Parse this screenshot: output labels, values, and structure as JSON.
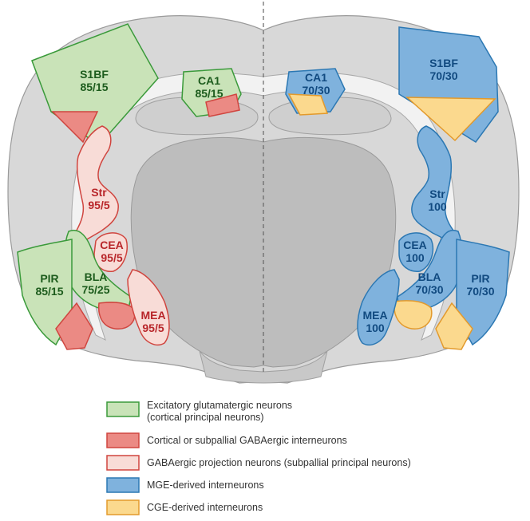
{
  "colors": {
    "excitatory_fill": "#c9e3b8",
    "excitatory_stroke": "#3a9a3a",
    "excitatory_text": "#1d5c1d",
    "cortical_gaba_fill": "#eb8a84",
    "cortical_gaba_stroke": "#d0453f",
    "projection_fill": "#f8dcd7",
    "projection_stroke": "#d0453f",
    "projection_text": "#b8262a",
    "mge_fill": "#7fb2dd",
    "mge_stroke": "#2c78b3",
    "mge_text": "#114a80",
    "cge_fill": "#fbd98e",
    "cge_stroke": "#e39a2c",
    "brain_outer": "#d8d8d8",
    "brain_inner": "#cccccc",
    "brain_white": "#f2f2f2"
  },
  "regions": {
    "left": {
      "s1bf": {
        "name": "S1BF",
        "ratio": "85/15"
      },
      "ca1": {
        "name": "CA1",
        "ratio": "85/15"
      },
      "str": {
        "name": "Str",
        "ratio": "95/5"
      },
      "cea": {
        "name": "CEA",
        "ratio": "95/5"
      },
      "bla": {
        "name": "BLA",
        "ratio": "75/25"
      },
      "mea": {
        "name": "MEA",
        "ratio": "95/5"
      },
      "pir": {
        "name": "PIR",
        "ratio": "85/15"
      }
    },
    "right": {
      "s1bf": {
        "name": "S1BF",
        "ratio": "70/30"
      },
      "ca1": {
        "name": "CA1",
        "ratio": "70/30"
      },
      "str": {
        "name": "Str",
        "ratio": "100"
      },
      "cea": {
        "name": "CEA",
        "ratio": "100"
      },
      "bla": {
        "name": "BLA",
        "ratio": "70/30"
      },
      "mea": {
        "name": "MEA",
        "ratio": "100"
      },
      "pir": {
        "name": "PIR",
        "ratio": "70/30"
      }
    }
  },
  "legend": [
    {
      "line1": "Excitatory glutamatergic neurons",
      "line2": "(cortical principal neurons)",
      "swatch": "excitatory"
    },
    {
      "line1": "Cortical or subpallial GABAergic interneurons",
      "line2": "",
      "swatch": "cortical_gaba"
    },
    {
      "line1": "GABAergic projection neurons (subpallial principal neurons)",
      "line2": "",
      "swatch": "projection"
    },
    {
      "line1": "MGE-derived interneurons",
      "line2": "",
      "swatch": "mge"
    },
    {
      "line1": "CGE-derived interneurons",
      "line2": "",
      "swatch": "cge"
    }
  ]
}
